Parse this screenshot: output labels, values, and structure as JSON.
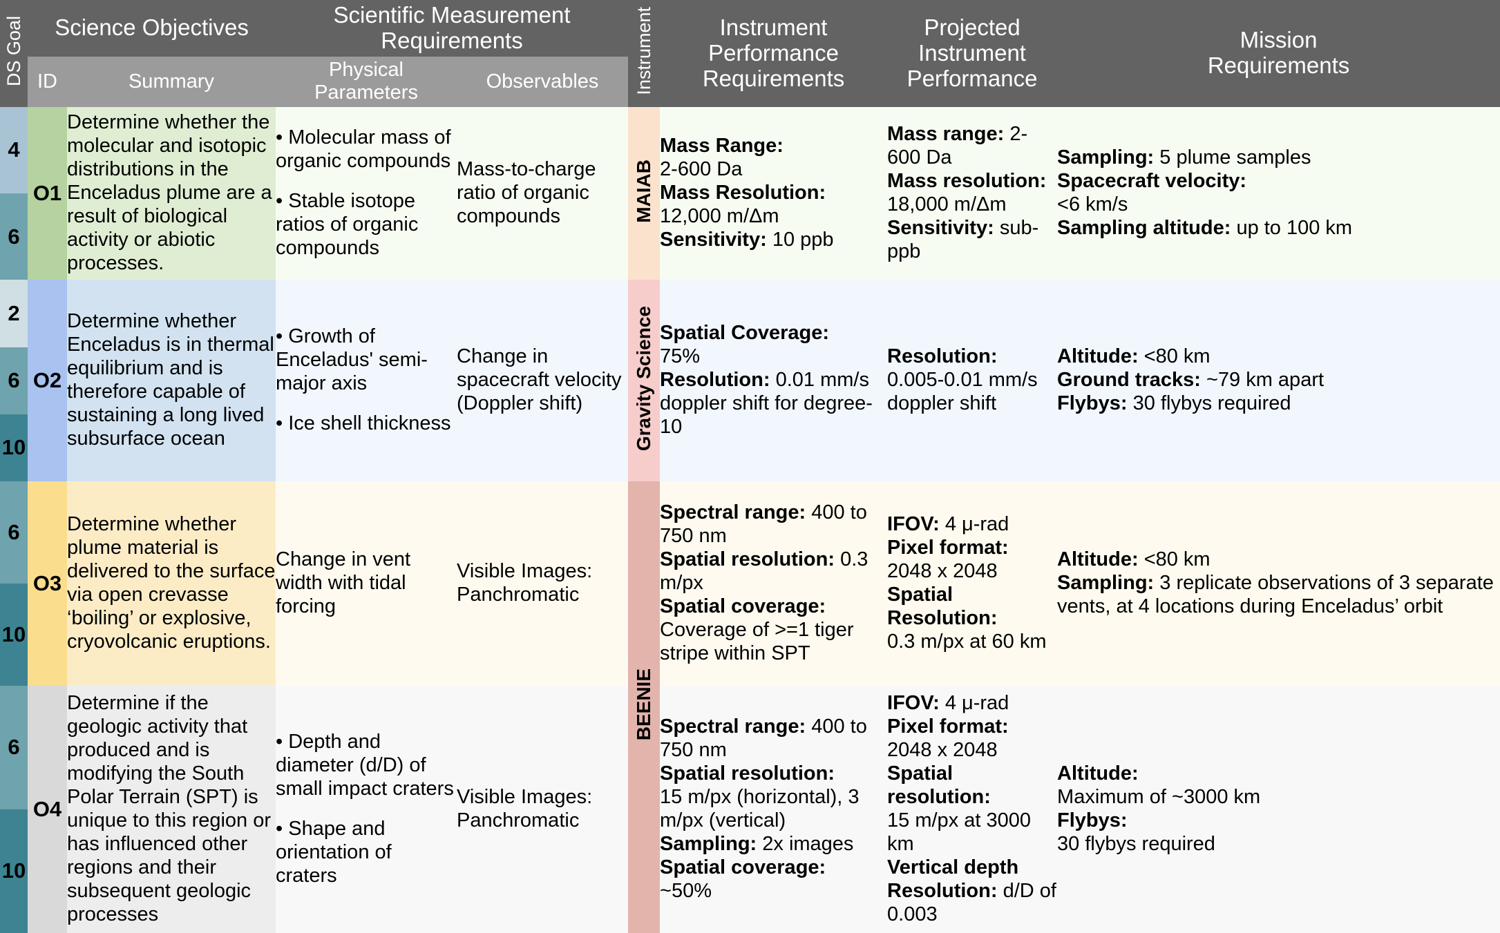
{
  "header": {
    "ds_goal": "DS Goal",
    "science_objectives": "Science Objectives",
    "science_objectives_sub": {
      "id": "ID",
      "summary": "Summary"
    },
    "measurement_requirements": "Scientific Measurement Requirements",
    "measurement_requirements_sub": {
      "physical_parameters": "Physical Parameters",
      "observables": "Observables"
    },
    "instrument": "Instrument",
    "instrument_performance_requirements": "Instrument\nPerformance\nRequirements",
    "instrument_performance_requirements_l1": "Instrument",
    "instrument_performance_requirements_l2": "Performance",
    "instrument_performance_requirements_l3": "Requirements",
    "projected_instrument_performance_l1": "Projected",
    "projected_instrument_performance_l2": "Instrument",
    "projected_instrument_performance_l3": "Performance",
    "mission_requirements_l1": "Mission",
    "mission_requirements_l2": "Requirements"
  },
  "colors": {
    "header_top": "#636363",
    "header_sub": "#9b9b9b",
    "goal_light_blue": "#a8c4d4",
    "goal_mid_teal": "#6fa3ad",
    "goal_dark_teal": "#3e8391",
    "goal_pale": "#cfdfe3",
    "o1_id": "#b5d2a0",
    "o1_body": "#dfeed3",
    "o1_right": "#f7fcf3",
    "o2_id": "#a9c2ef",
    "o2_body": "#d2e2f0",
    "o2_right": "#f1f7fd",
    "o3_id": "#fbdd8e",
    "o3_body": "#fcecc6",
    "o3_right": "#fefaef",
    "o4_id": "#d9d9d9",
    "o4_body": "#ededed",
    "o4_right": "#f8f8f8",
    "inst_maiab": "#fbe2cd",
    "inst_gravity": "#f6cdcb",
    "inst_beenie": "#e3b4ac"
  },
  "rows": [
    {
      "id": "O1",
      "goals": [
        "4",
        "6"
      ],
      "summary": "Determine whether the molecular and isotopic distributions in the Enceladus plume are a result of biological activity or abiotic processes.",
      "physical_parameters": [
        "• Molecular mass of organic compounds",
        "• Stable isotope ratios of organic compounds"
      ],
      "observables": "Mass-to-charge ratio of organic compounds",
      "instrument": "MAIAB",
      "instrument_performance_requirements": [
        {
          "label": "Mass Range:",
          "value": "2-600 Da",
          "break_after_label": true
        },
        {
          "label": "Mass Resolution:",
          "value": "12,000 m/Δm",
          "break_after_label": true
        },
        {
          "label": "Sensitivity:",
          "value": "10 ppb",
          "break_after_label": false
        }
      ],
      "projected_instrument_performance": [
        {
          "label": "Mass range:",
          "value": "2-600 Da",
          "break_after_label": false
        },
        {
          "label": "Mass resolution:",
          "value": "18,000 m/Δm",
          "break_after_label": true
        },
        {
          "label": "Sensitivity:",
          "value": "sub-ppb",
          "break_after_label": false
        }
      ],
      "mission_requirements": [
        {
          "label": "Sampling:",
          "value": "5 plume samples",
          "break_after_label": false
        },
        {
          "label": "Spacecraft velocity:",
          "value": "<6 km/s",
          "break_after_label": true
        },
        {
          "label": "Sampling altitude:",
          "value": "up to 100 km",
          "break_after_label": false
        }
      ]
    },
    {
      "id": "O2",
      "goals": [
        "2",
        "6",
        "10"
      ],
      "summary": "Determine whether Enceladus is in thermal equilibrium and is therefore capable of sustaining a long lived subsurface ocean",
      "physical_parameters": [
        "• Growth of Enceladus' semi-major axis",
        "• Ice shell thickness"
      ],
      "observables": "Change in spacecraft velocity (Doppler shift)",
      "instrument": "Gravity Science",
      "instrument_performance_requirements": [
        {
          "label": "Spatial Coverage:",
          "value": "75%",
          "break_after_label": true
        },
        {
          "label": "Resolution:",
          "value": "0.01 mm/s doppler shift for degree-10",
          "break_after_label": false
        }
      ],
      "projected_instrument_performance": [
        {
          "label": "Resolution:",
          "value": "0.005-0.01 mm/s doppler shift",
          "break_after_label": false
        }
      ],
      "mission_requirements": [
        {
          "label": "Altitude:",
          "value": "<80 km",
          "break_after_label": false
        },
        {
          "label": "Ground tracks:",
          "value": "~79 km apart",
          "break_after_label": false
        },
        {
          "label": "Flybys:",
          "value": "30 flybys required",
          "break_after_label": false
        }
      ]
    },
    {
      "id": "O3",
      "goals": [
        "6",
        "10"
      ],
      "summary": "Determine whether plume material is delivered to the surface via open crevasse ‘boiling’ or explosive, cryovolcanic eruptions.",
      "physical_parameters": [
        "Change in vent width with tidal forcing"
      ],
      "observables": "Visible Images: Panchromatic",
      "instrument": "BEENIE",
      "instrument_performance_requirements": [
        {
          "label": "Spectral range:",
          "value": "400 to 750 nm",
          "break_after_label": false
        },
        {
          "label": "Spatial resolution:",
          "value": "0.3 m/px",
          "break_after_label": false
        },
        {
          "label": "Spatial coverage:",
          "value": "Coverage of >=1 tiger stripe within SPT",
          "break_after_label": true
        }
      ],
      "projected_instrument_performance": [
        {
          "label": "IFOV:",
          "value": "4 μ-rad",
          "break_after_label": false
        },
        {
          "label": "Pixel format:",
          "value": "2048 x 2048",
          "break_after_label": false
        },
        {
          "label": "Spatial Resolution:",
          "value": "0.3 m/px at 60 km",
          "break_after_label": true
        }
      ],
      "mission_requirements": [
        {
          "label": "Altitude:",
          "value": "<80 km",
          "break_after_label": false
        },
        {
          "label": "Sampling:",
          "value": "3 replicate observations of 3 separate vents, at 4 locations during Enceladus’ orbit",
          "break_after_label": false
        }
      ]
    },
    {
      "id": "O4",
      "goals": [
        "6",
        "10"
      ],
      "summary": "Determine if the geologic activity that produced and is modifying the South Polar Terrain (SPT) is unique to this region or has influenced other regions and their subsequent geologic processes",
      "physical_parameters": [
        "• Depth and diameter (d/D) of small impact craters",
        "• Shape and orientation of craters"
      ],
      "observables": "Visible Images: Panchromatic",
      "instrument": "BEENIE",
      "instrument_performance_requirements": [
        {
          "label": "Spectral range:",
          "value": "400 to 750 nm",
          "break_after_label": false
        },
        {
          "label": "Spatial resolution:",
          "value": "15 m/px (horizontal), 3 m/px (vertical)",
          "break_after_label": true
        },
        {
          "label": "Sampling:",
          "value": "2x images",
          "break_after_label": false
        },
        {
          "label": "Spatial coverage:",
          "value": "~50%",
          "break_after_label": true
        }
      ],
      "projected_instrument_performance": [
        {
          "label": "IFOV:",
          "value": "4 μ-rad",
          "break_after_label": false
        },
        {
          "label": "Pixel format:",
          "value": "2048 x 2048",
          "break_after_label": false
        },
        {
          "label": "Spatial resolution:",
          "value": "15 m/px at 3000 km",
          "break_after_label": true
        },
        {
          "label": "Vertical depth Resolution:",
          "value": "d/D of 0.003",
          "break_after_label": false
        }
      ],
      "mission_requirements": [
        {
          "label": "Altitude:",
          "value": "Maximum of ~3000 km",
          "break_after_label": true
        },
        {
          "label": "Flybys:",
          "value": "30 flybys required",
          "break_after_label": true
        }
      ]
    }
  ]
}
